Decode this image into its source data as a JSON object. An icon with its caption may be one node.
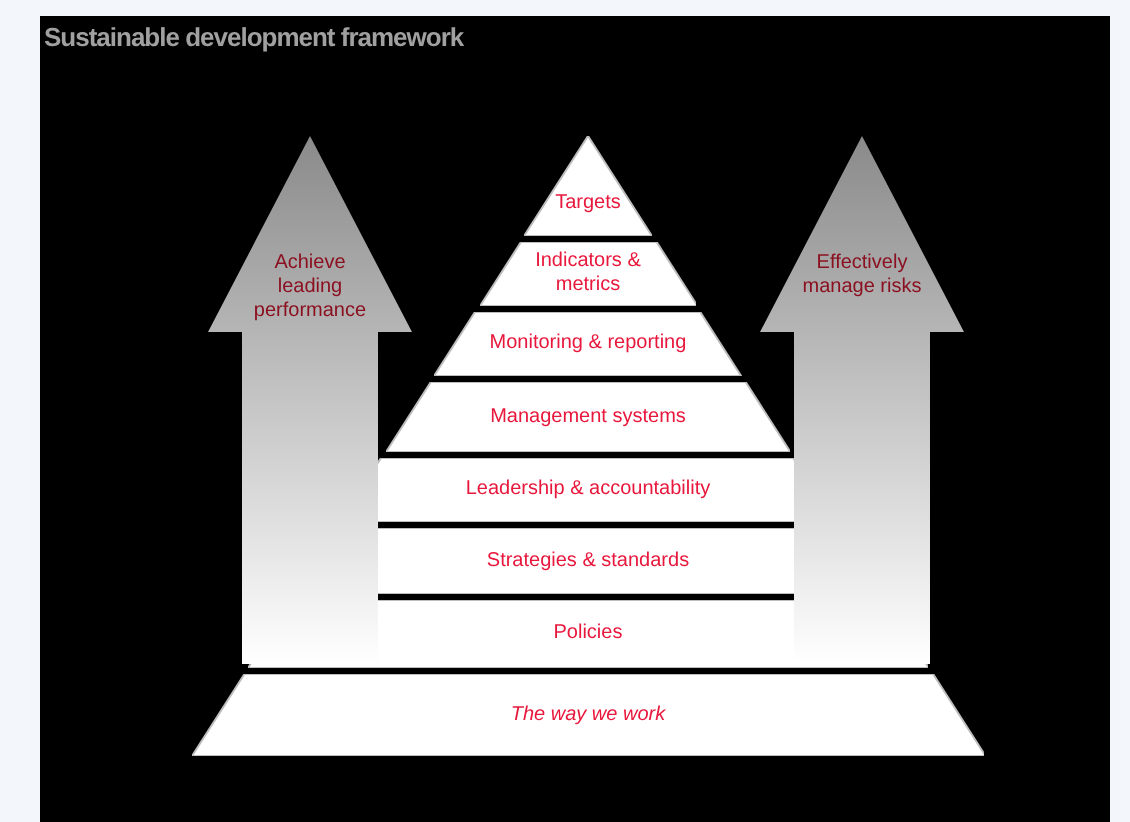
{
  "diagram": {
    "title": "Sustainable development framework",
    "nodes": [
      {
        "text": [
          "Targets"
        ]
      },
      {
        "text": [
          "Indicators & metrics"
        ]
      },
      {
        "text": [
          "Monitoring & reporting"
        ]
      },
      {
        "text": [
          "Management systems"
        ]
      },
      {
        "text": [
          "Leadership & accountability"
        ]
      },
      {
        "text": [
          "Strategies & standards"
        ]
      },
      {
        "text": [
          "Policies"
        ]
      },
      {
        "text": [
          "The way we work"
        ]
      },
      {
        "text": [
          "Achieve leading performance"
        ]
      },
      {
        "text": [
          "Effectively manage risks"
        ]
      }
    ]
  }
}
